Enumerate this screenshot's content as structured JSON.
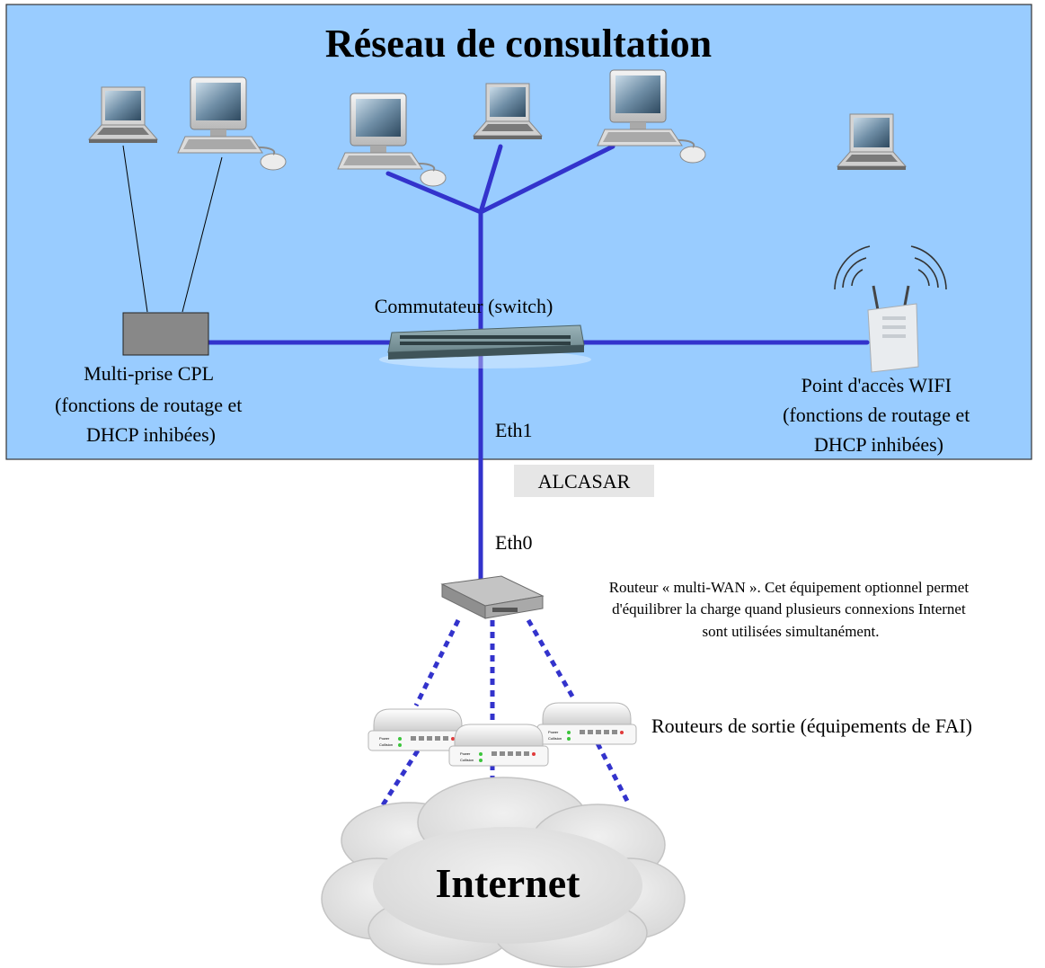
{
  "title": "Réseau de consultation",
  "labels": {
    "switch": "Commutateur  (switch)",
    "cpl": [
      "Multi-prise CPL",
      "(fonctions de routage et",
      "DHCP inhibées)"
    ],
    "wifi": [
      "Point d'accès WIFI",
      "(fonctions de routage et",
      "DHCP inhibées)"
    ],
    "eth1": "Eth1",
    "alcasar": "ALCASAR",
    "eth0": "Eth0",
    "multiwan": [
      "Routeur « multi-WAN ». Cet équipement optionnel permet",
      "d'équilibrer la charge quand plusieurs connexions Internet",
      "sont utilisées simultanément."
    ],
    "isp_routers": "Routeurs de sortie (équipements de FAI)",
    "internet": "Internet"
  },
  "router_panel": {
    "power": "Power",
    "collision": "Collision"
  },
  "colors": {
    "lan_background": "#99ccff",
    "link": "#3333cc",
    "cloud": "#e4e4e4",
    "alcasar_box": "#e6e6e6",
    "cpl_box": "#888888"
  }
}
